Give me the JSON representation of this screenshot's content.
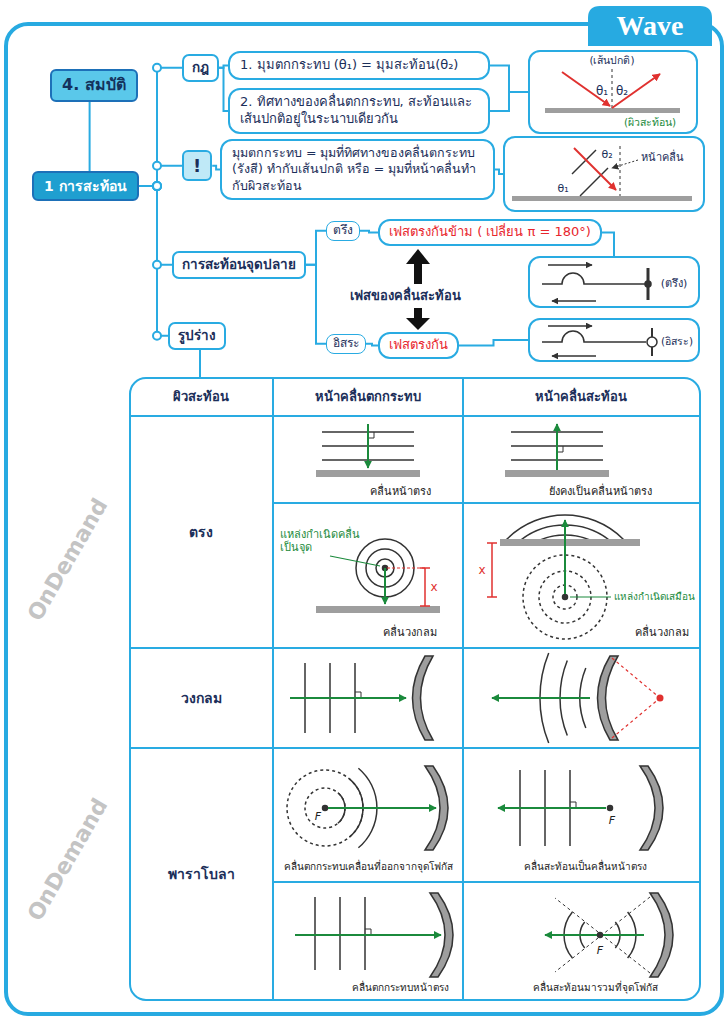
{
  "diagram": {
    "title": "Wave",
    "nodes": [
      {
        "text": [
          "4. สมบัติ"
        ]
      },
      {
        "text": [
          "1 การสะท้อน"
        ]
      },
      {
        "text": [
          "กฎ"
        ]
      },
      {
        "text": [
          "1. มุมตกกระทบ (θ₁) = มุมสะท้อน(θ₂)"
        ]
      },
      {
        "text": [
          "2. ทิศทางของคลื่นตกกระทบ, สะท้อนและ เส้นปกติอยู่ในระนาบเดียวกัน"
        ]
      },
      {
        "text": [
          "(เส้นปกติ)",
          "θ₁",
          "θ₂",
          "(ผิวสะท้อน)"
        ]
      },
      {
        "text": [
          "!"
        ]
      },
      {
        "text": [
          "มุมตกกระทบ = มุมที่ทิศทางของคลื่นตกระทบ (รังสี) ทำกับเส้นปกติ หรือ = มุมที่หน้าคลื่นทำกับผิวสะท้อน"
        ]
      },
      {
        "text": [
          "หน้าคลื่น",
          "θ₂",
          "θ₁"
        ]
      },
      {
        "text": [
          "การสะท้อนจุดปลาย"
        ]
      },
      {
        "text": [
          "ตรึง"
        ]
      },
      {
        "text": [
          "เฟสตรงกันข้าม ( เปลี่ยน π = 180°)"
        ]
      },
      {
        "text": [
          "(ตรึง)"
        ]
      },
      {
        "text": [
          "อิสระ"
        ]
      },
      {
        "text": [
          "เฟสตรงกัน"
        ]
      },
      {
        "text": [
          "(อิสระ)"
        ]
      },
      {
        "text": [
          "รูปร่าง"
        ]
      }
    ],
    "edges": [
      {
        "from": 0,
        "to": 1,
        "arrow": "none"
      },
      {
        "from": 1,
        "to": 2,
        "arrow": "none"
      },
      {
        "from": 1,
        "to": 6,
        "arrow": "none"
      },
      {
        "from": 1,
        "to": 9,
        "arrow": "none"
      },
      {
        "from": 1,
        "to": 16,
        "arrow": "none"
      },
      {
        "from": 2,
        "to": 3,
        "arrow": "none"
      },
      {
        "from": 2,
        "to": 4,
        "arrow": "none"
      },
      {
        "from": 3,
        "to": 5,
        "arrow": "none"
      },
      {
        "from": 4,
        "to": 5,
        "arrow": "none"
      },
      {
        "from": 6,
        "to": 7,
        "arrow": "none"
      },
      {
        "from": 7,
        "to": 8,
        "arrow": "none"
      },
      {
        "from": 9,
        "to": 10,
        "arrow": "none"
      },
      {
        "from": 9,
        "to": 13,
        "arrow": "none"
      },
      {
        "from": 10,
        "to": 11,
        "arrow": "none"
      },
      {
        "from": 13,
        "to": 14,
        "arrow": "none"
      },
      {
        "from": 11,
        "to": 12,
        "arrow": "none"
      },
      {
        "from": 14,
        "to": 15,
        "arrow": "none"
      }
    ],
    "labels": [
      "เฟสของคลื่นสะท้อน",
      "ผิวสะท้อน",
      "หน้าคลื่นตกกระทบ",
      "หน้าคลื่นสะท้อน",
      "ตรง",
      "คลื่นหน้าตรง",
      "ยังคงเป็นคลื่นหน้าตรง",
      "แหล่งกำเนิดคลื่น เป็นจุด",
      "x",
      "คลื่นวงกลม",
      "x",
      "แหล่งกำเนิดเสมือน",
      "คลื่นวงกลม",
      "วงกลม",
      "พาราโบลา",
      "F",
      "คลื่นตกกระทบเคลื่อนที่ออกจากจุดโฟกัส",
      "F",
      "คลื่นสะท้อนเป็นคลื่นหน้าตรง",
      "คลื่นตกกระทบหน้าตรง",
      "F",
      "คลื่นสะท้อนมารวมที่จุดโฟกัส",
      "OnDemand",
      "OnDemand"
    ]
  }
}
